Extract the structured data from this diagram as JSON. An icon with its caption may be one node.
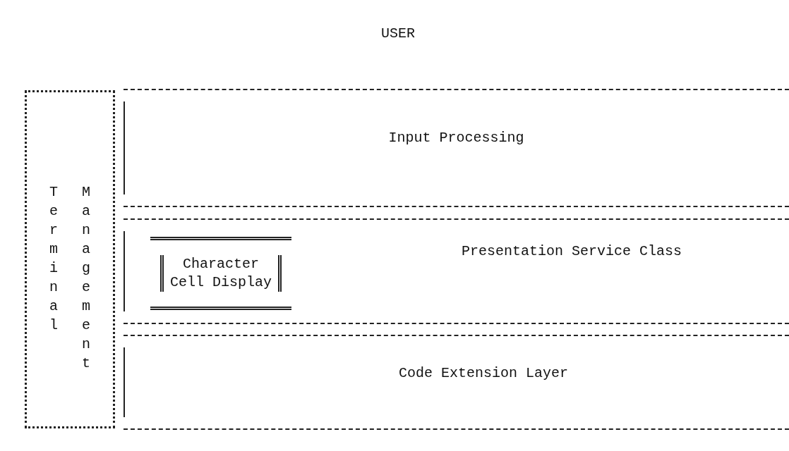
{
  "diagram": {
    "nodes": [
      {
        "text": [
          "Terminal",
          "Management"
        ]
      },
      {
        "text": [
          "Input Processing"
        ]
      },
      {
        "text": [
          "Presentation Service Class"
        ]
      },
      {
        "text": [
          "Character Cell Display"
        ],
        "in": 2
      },
      {
        "text": [
          "Code Extension Layer"
        ]
      }
    ],
    "labels": [
      "USER"
    ]
  }
}
